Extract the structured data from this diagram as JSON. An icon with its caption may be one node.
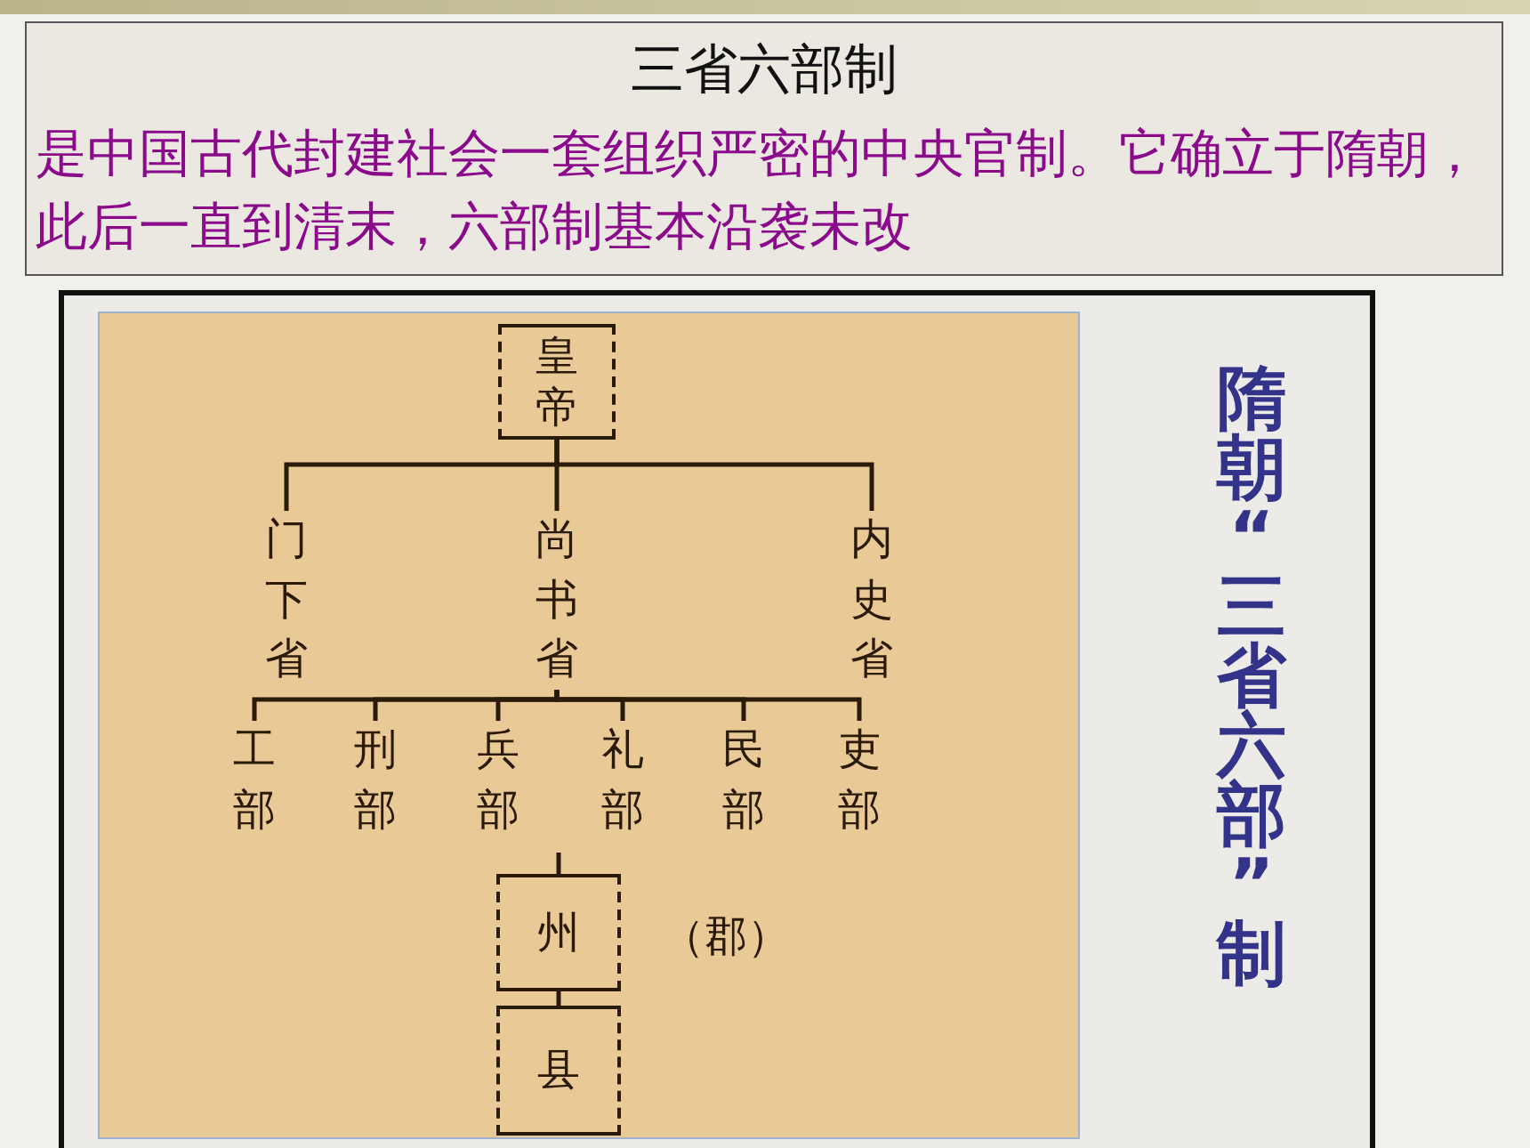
{
  "diagram": {
    "title": "三省六部制",
    "nodes": [
      {
        "text": [
          "皇帝"
        ]
      },
      {
        "text": [
          "门下省"
        ]
      },
      {
        "text": [
          "尚书省"
        ]
      },
      {
        "text": [
          "内史省"
        ]
      },
      {
        "text": [
          "工部"
        ]
      },
      {
        "text": [
          "刑部"
        ]
      },
      {
        "text": [
          "兵部"
        ]
      },
      {
        "text": [
          "礼部"
        ]
      },
      {
        "text": [
          "民部"
        ]
      },
      {
        "text": [
          "吏部"
        ]
      },
      {
        "text": [
          "州"
        ],
        "beside": [
          "（郡）"
        ]
      },
      {
        "text": [
          "县"
        ]
      }
    ],
    "edges": [
      {
        "from": 0,
        "to": 1,
        "arrow": "none"
      },
      {
        "from": 0,
        "to": 2,
        "arrow": "none"
      },
      {
        "from": 0,
        "to": 3,
        "arrow": "none"
      },
      {
        "from": 2,
        "to": 4,
        "arrow": "none"
      },
      {
        "from": 2,
        "to": 5,
        "arrow": "none"
      },
      {
        "from": 2,
        "to": 6,
        "arrow": "none"
      },
      {
        "from": 2,
        "to": 7,
        "arrow": "none"
      },
      {
        "from": 2,
        "to": 8,
        "arrow": "none"
      },
      {
        "from": 2,
        "to": 9,
        "arrow": "none"
      },
      {
        "from": null,
        "to": 10,
        "arrow": "none"
      },
      {
        "from": 10,
        "to": 11,
        "arrow": "none"
      }
    ],
    "labels": [
      "是中国古代封建社会一套组织严密的中央官制。它确立于隋朝，此后一直到清末，六部制基本沿袭未改",
      "隋朝“三省六部”制"
    ]
  }
}
